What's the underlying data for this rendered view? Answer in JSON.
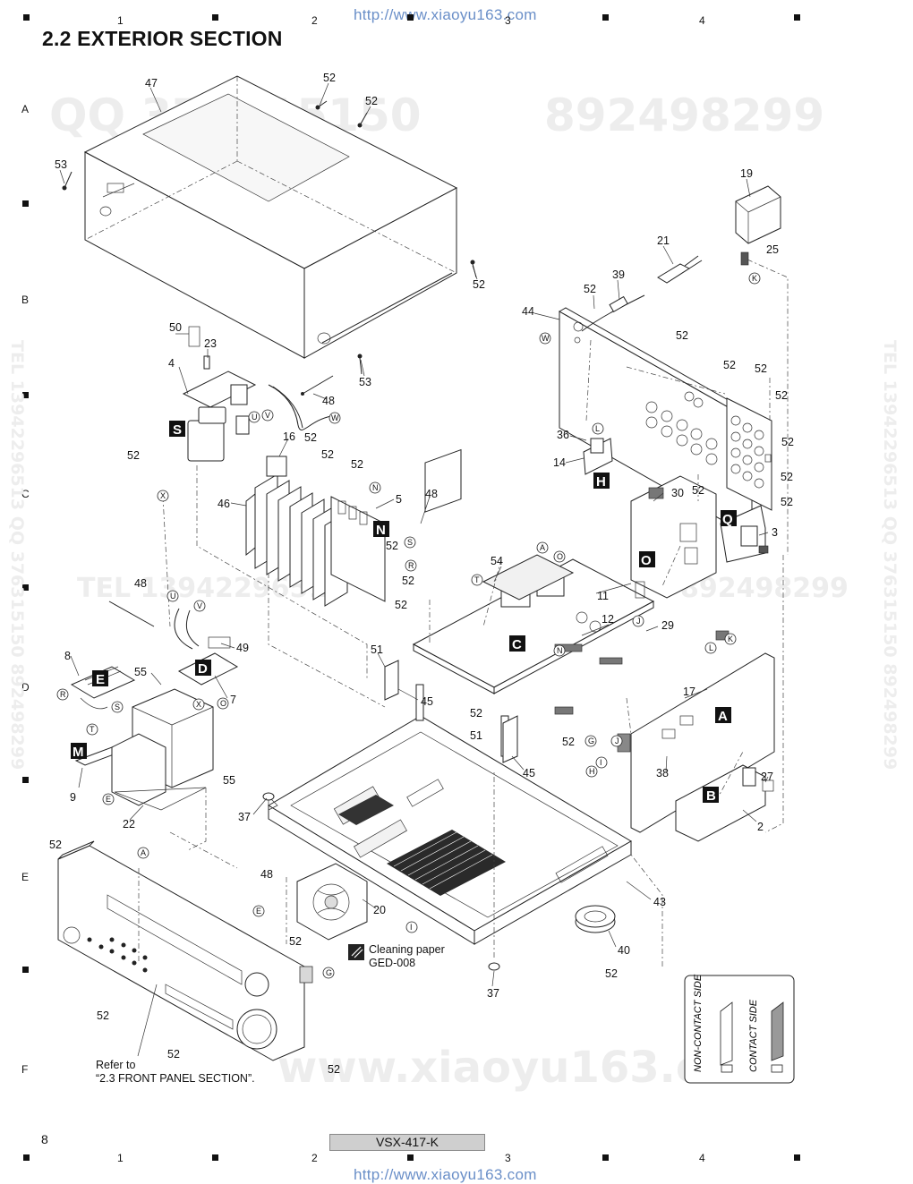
{
  "header": {
    "section_title": "2.2  EXTERIOR SECTION",
    "watermark_url": "http://www.xiaoyu163.com"
  },
  "footer": {
    "page_number": "8",
    "model": "VSX-417-K",
    "watermark_url": "http://www.xiaoyu163.com"
  },
  "grid": {
    "columns": [
      "1",
      "2",
      "3",
      "4"
    ],
    "rows": [
      "A",
      "B",
      "C",
      "D",
      "E",
      "F"
    ]
  },
  "watermarks": {
    "qq_top": "QQ 376315150",
    "num_top": "892498299",
    "tel_mid": "TEL 13942296513",
    "num_mid": "892498299",
    "side_right": "TEL 13942296513  QQ 376315150  892498299",
    "side_left": "TEL 13942296513  QQ 376315150  892498299",
    "bottom": "www.xiaoyu163.com"
  },
  "notes": {
    "refer_line1": "Refer to",
    "refer_line2": "“2.3 FRONT PANEL SECTION”.",
    "cleaning_line1": "Cleaning paper",
    "cleaning_line2": "GED-008",
    "non_contact_side": "NON-CONTACT SIDE",
    "contact_side": "CONTACT SIDE"
  },
  "board_labels": [
    "S",
    "N",
    "H",
    "Q",
    "O",
    "C",
    "E",
    "D",
    "M",
    "A",
    "B"
  ],
  "connector_marks": [
    "K",
    "W",
    "U",
    "V",
    "X",
    "L",
    "N",
    "S",
    "R",
    "A",
    "O",
    "T",
    "J",
    "I",
    "G",
    "H",
    "E"
  ],
  "part_numbers": [
    "47",
    "52",
    "53",
    "19",
    "21",
    "25",
    "39",
    "44",
    "50",
    "23",
    "4",
    "48",
    "16",
    "36",
    "14",
    "46",
    "5",
    "30",
    "3",
    "54",
    "11",
    "12",
    "29",
    "49",
    "8",
    "55",
    "7",
    "51",
    "45",
    "17",
    "38",
    "27",
    "2",
    "9",
    "22",
    "37",
    "43",
    "20",
    "40"
  ]
}
